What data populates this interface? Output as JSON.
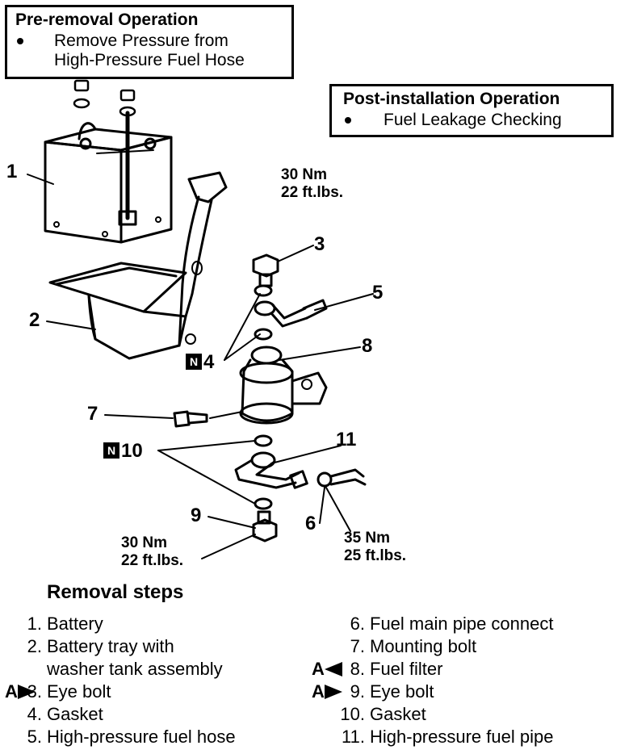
{
  "pre_removal": {
    "title": "Pre-removal Operation",
    "items": [
      "Remove Pressure from\nHigh-Pressure Fuel Hose"
    ],
    "item_line1": "Remove Pressure from",
    "item_line2": "High-Pressure Fuel Hose"
  },
  "post_installation": {
    "title": "Post-installation Operation",
    "item": "Fuel Leakage Checking"
  },
  "callouts": {
    "c1": "1",
    "c2": "2",
    "c3": "3",
    "c4": "4",
    "c5": "5",
    "c6": "6",
    "c7": "7",
    "c8": "8",
    "c9": "9",
    "c10": "10",
    "c11": "11",
    "n_badge": "N"
  },
  "torques": {
    "t3_nm": "30 Nm",
    "t3_ft": "22 ft.lbs.",
    "t9_nm": "30 Nm",
    "t9_ft": "22 ft.lbs.",
    "t6_nm": "35 Nm",
    "t6_ft": "25 ft.lbs."
  },
  "removal": {
    "title": "Removal steps",
    "steps": [
      {
        "num": "1.",
        "text": "Battery"
      },
      {
        "num": "2.",
        "text": "Battery tray with"
      },
      {
        "num": "",
        "text": "washer tank assembly"
      },
      {
        "num": "3.",
        "text": "Eye bolt"
      },
      {
        "num": "4.",
        "text": "Gasket"
      },
      {
        "num": "5.",
        "text": "High-pressure fuel hose"
      },
      {
        "num": "6.",
        "text": "Fuel main pipe connect"
      },
      {
        "num": "7.",
        "text": "Mounting bolt"
      },
      {
        "num": "8.",
        "text": "Fuel filter"
      },
      {
        "num": "9.",
        "text": "Eye bolt"
      },
      {
        "num": "10.",
        "text": "Gasket"
      },
      {
        "num": "11.",
        "text": "High-pressure fuel pipe"
      }
    ],
    "tag_a": "A"
  }
}
